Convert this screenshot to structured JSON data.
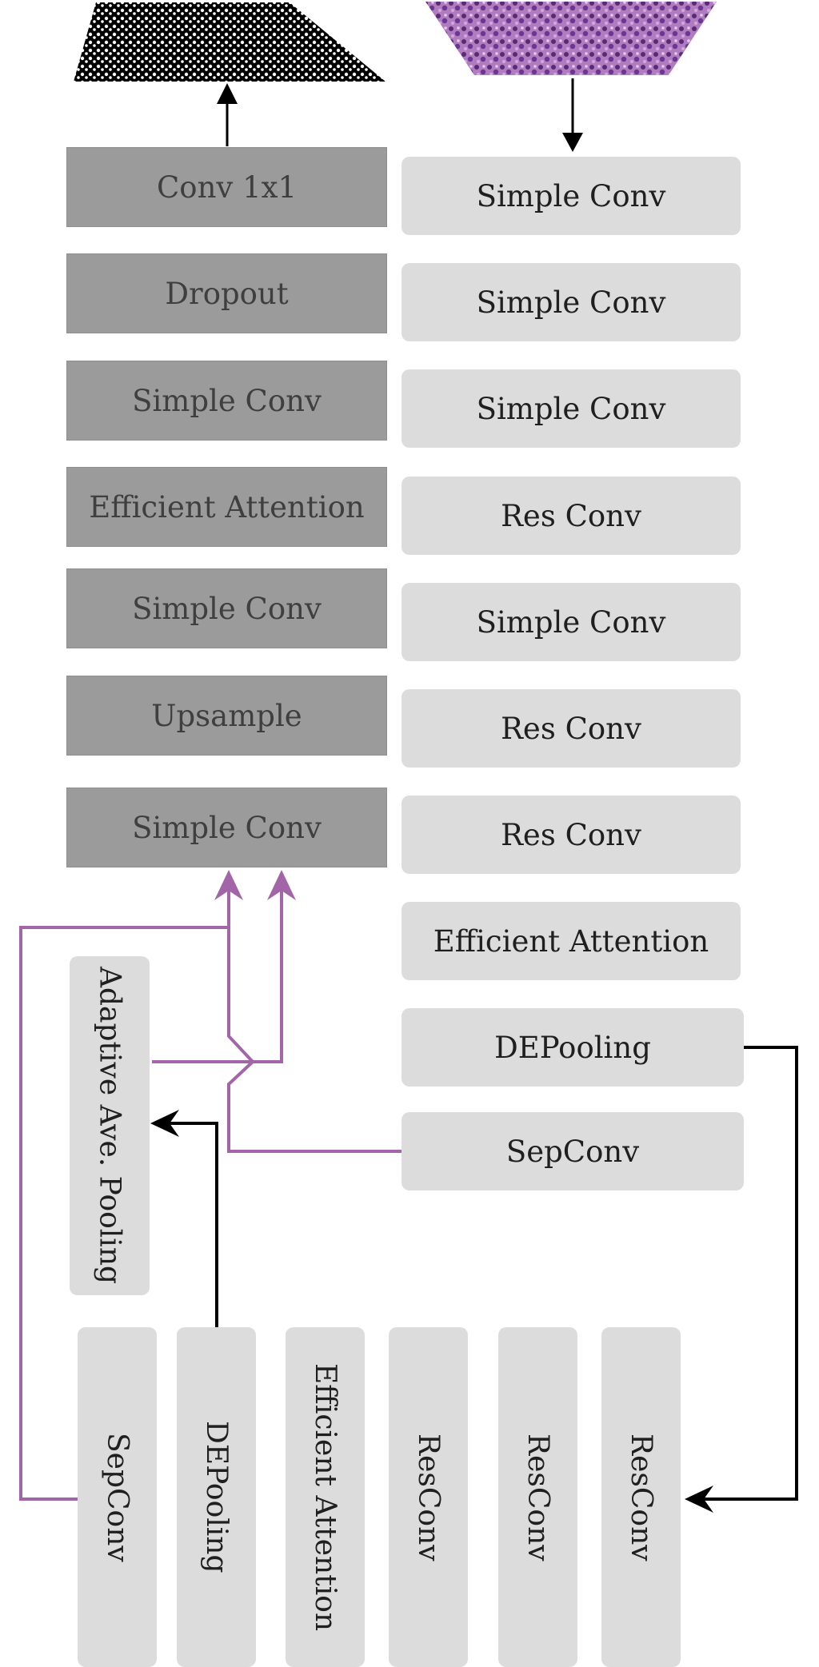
{
  "decoder_column": [
    "Conv 1x1",
    "Dropout",
    "Simple Conv",
    "Efficient Attention",
    "Simple Conv",
    "Upsample",
    "Simple Conv"
  ],
  "encoder_column": [
    "Simple Conv",
    "Simple Conv",
    "Simple Conv",
    "Res Conv",
    "Simple Conv",
    "Res Conv",
    "Res Conv",
    "Efficient Attention",
    "DEPooling",
    "SepConv"
  ],
  "side_block": "Adaptive Ave. Pooling",
  "bottom_row": [
    "SepConv",
    "DEPooling",
    "Efficient Attention",
    "ResConv",
    "ResConv",
    "ResConv"
  ],
  "colors": {
    "dark_block": "#9b9b9b",
    "light_block": "#dcdcdc",
    "skip_connection": "#a266a8",
    "flow_arrow": "#000000",
    "histology_purple": "#a04fa0"
  },
  "images": {
    "output": "segmentation-mask-image",
    "input": "histology-image"
  }
}
